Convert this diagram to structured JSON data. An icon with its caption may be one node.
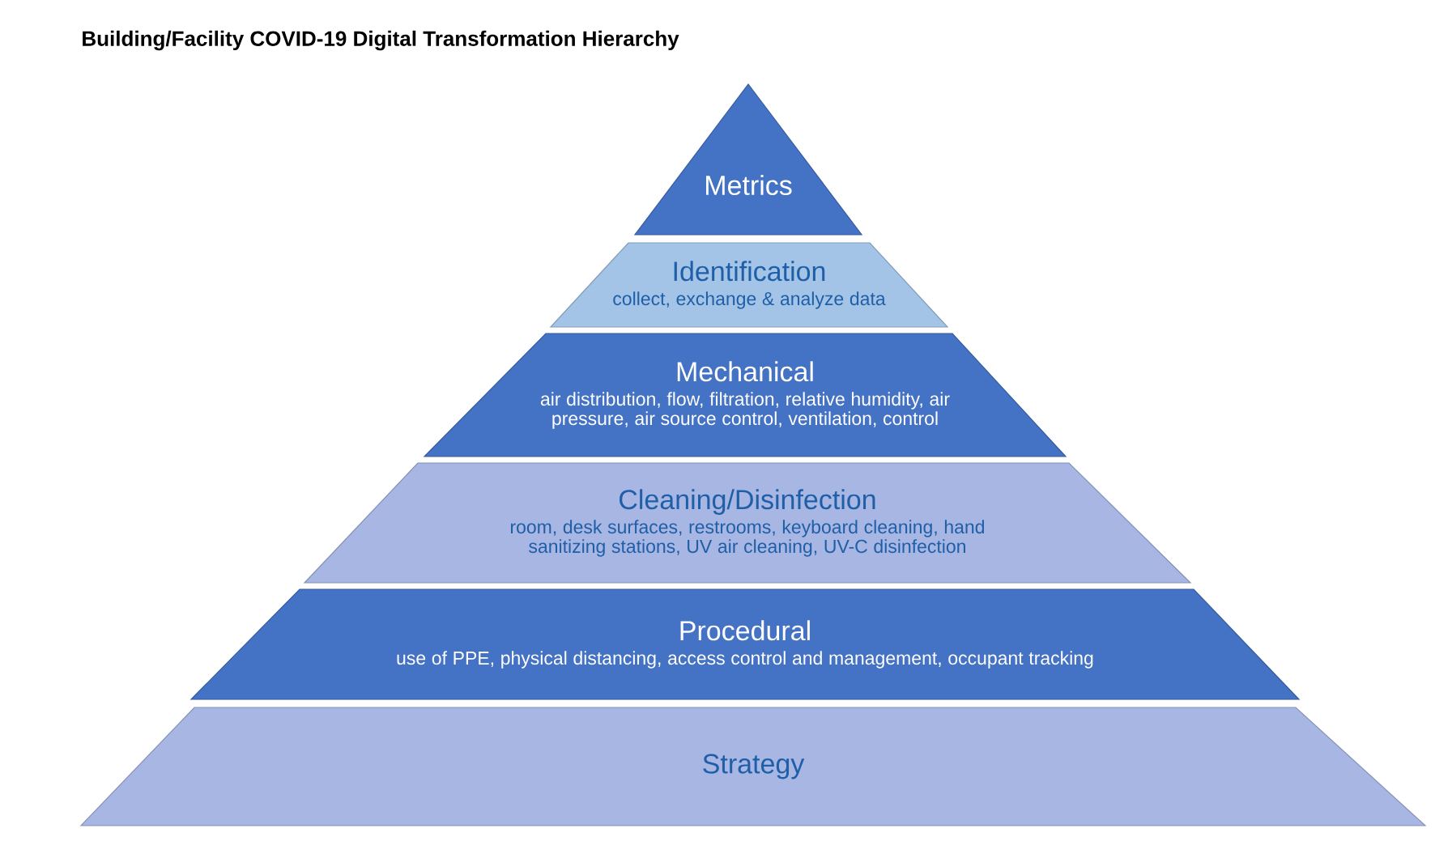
{
  "diagram": {
    "title": "Building/Facility COVID-19 Digital Transformation Hierarchy",
    "nodes": [
      {
        "text": [
          "Metrics"
        ]
      },
      {
        "text": [
          "Identification",
          "collect, exchange & analyze data"
        ]
      },
      {
        "text": [
          "Mechanical",
          "air distribution, flow, filtration, relative humidity, air pressure, air source control, ventilation, control"
        ]
      },
      {
        "text": [
          "Cleaning/Disinfection",
          "room, desk surfaces, restrooms, keyboard cleaning, hand sanitizing stations, UV air cleaning, UV-C disinfection"
        ]
      },
      {
        "text": [
          "Procedural",
          "use of PPE, physical distancing, access control and management, occupant tracking"
        ]
      },
      {
        "text": [
          "Strategy"
        ]
      }
    ]
  }
}
